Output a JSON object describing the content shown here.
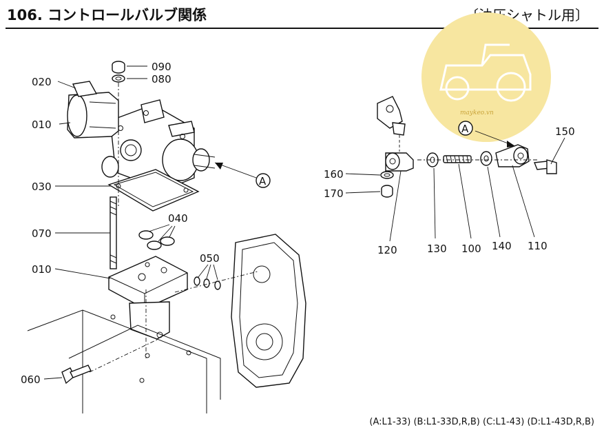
{
  "title": "106. コントロールバルブ関係",
  "subtitle": "〔油圧シャトル用〕",
  "footer": "(A:L1-33) (B:L1-33D,R,B) (C:L1-43) (D:L1-43D,R,B)",
  "watermark": {
    "text": "maykeo.vn",
    "color": "#f7e6a0"
  },
  "view_marker": "A",
  "callouts": {
    "c020": "020",
    "c010a": "010",
    "c090": "090",
    "c080": "080",
    "c030": "030",
    "c070": "070",
    "c040": "040",
    "c050": "050",
    "c010b": "010",
    "c060": "060",
    "c150": "150",
    "c160": "160",
    "c170": "170",
    "c120": "120",
    "c130": "130",
    "c100": "100",
    "c140": "140",
    "c110": "110"
  }
}
